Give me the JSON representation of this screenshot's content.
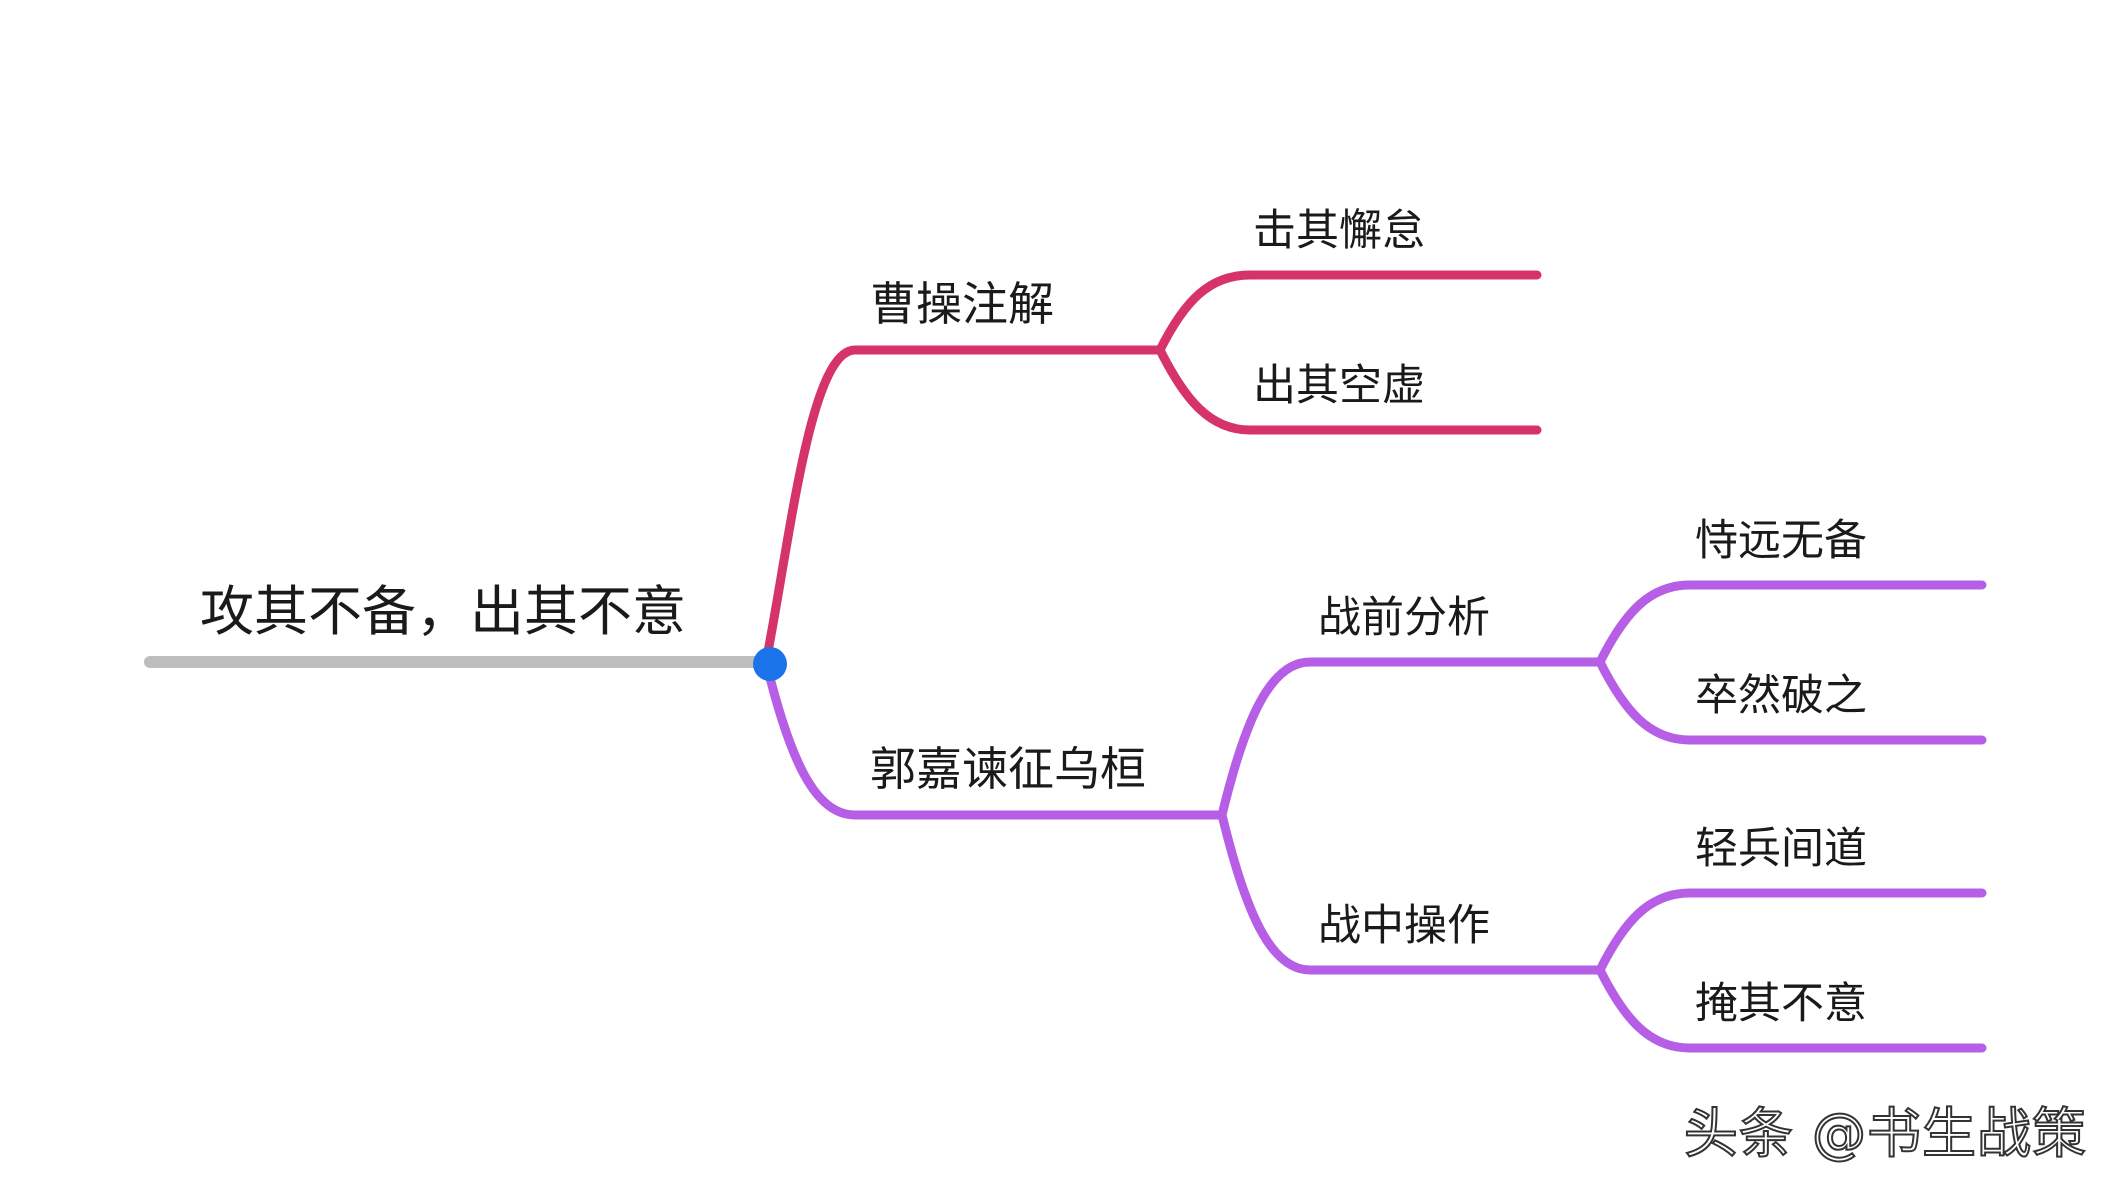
{
  "root": {
    "label": "攻其不备，出其不意"
  },
  "branches": {
    "cao": {
      "label": "曹操注解",
      "color": "#d6336c",
      "children": [
        "击其懈怠",
        "出其空虚"
      ]
    },
    "guo": {
      "label": "郭嘉谏征乌桓",
      "color": "#b65ee6",
      "pre": {
        "label": "战前分析",
        "children": [
          "恃远无备",
          "卒然破之"
        ]
      },
      "mid": {
        "label": "战中操作",
        "children": [
          "轻兵间道",
          "掩其不意"
        ]
      }
    }
  },
  "colors": {
    "root_line": "#bdbdbd",
    "root_dot": "#1a73e8"
  },
  "watermark": "头条 @书生战策"
}
